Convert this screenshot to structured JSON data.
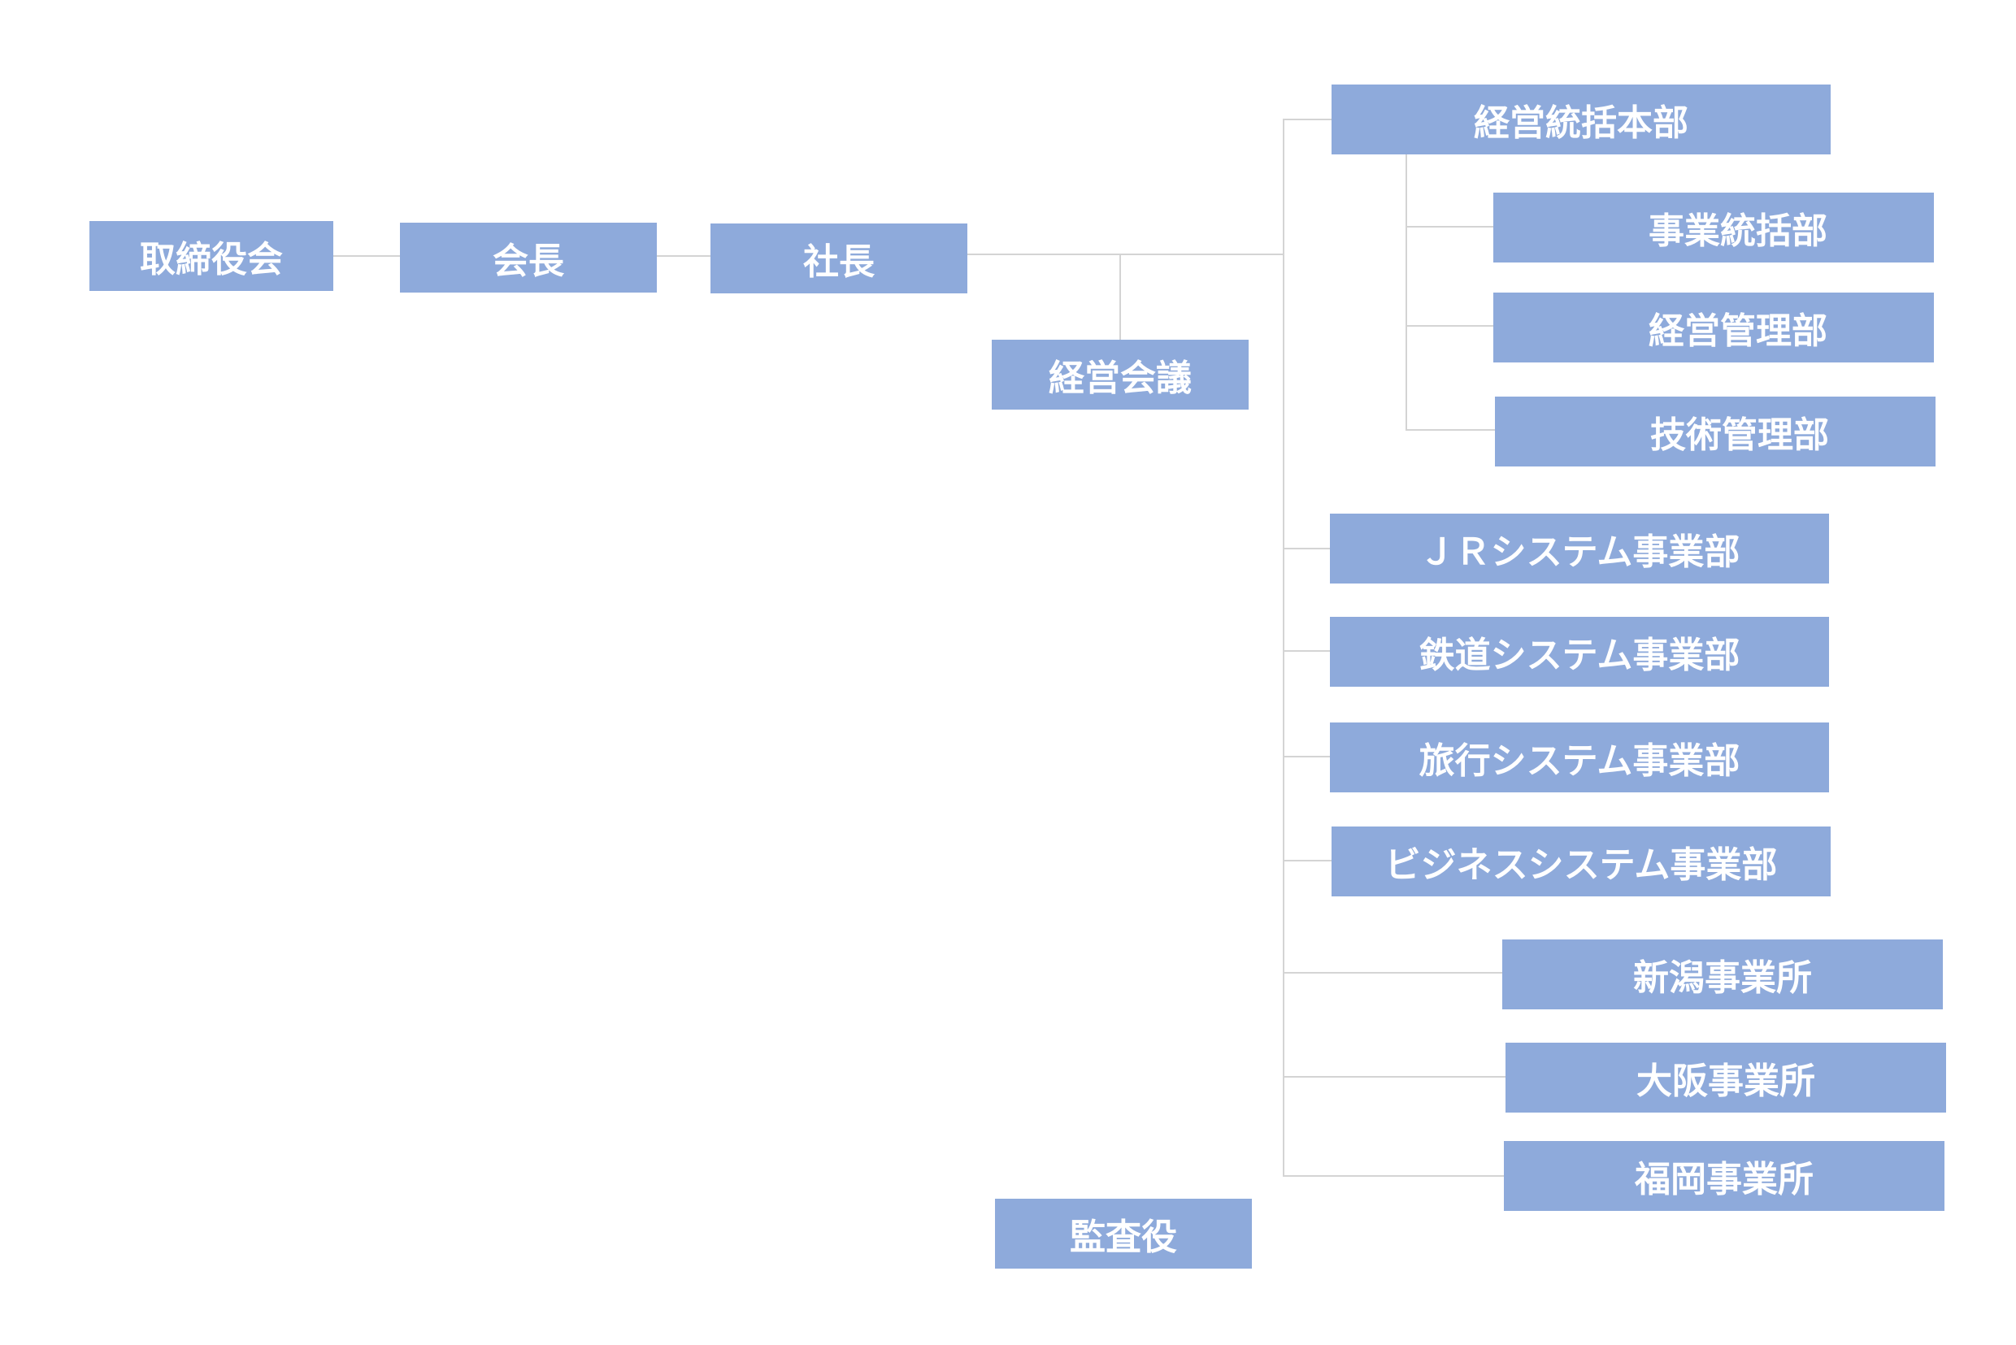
{
  "colors": {
    "box_fill": "#8eaadb",
    "box_text": "#ffffff",
    "connector": "#d4d4d4"
  },
  "nodes": {
    "board": "取締役会",
    "chairman": "会長",
    "president": "社長",
    "management_meeting": "経営会議",
    "management_hq": "経営統括本部",
    "business_control": "事業統括部",
    "management_admin": "経営管理部",
    "tech_admin": "技術管理部",
    "jr_systems": "ＪＲシステム事業部",
    "railway_systems": "鉄道システム事業部",
    "travel_systems": "旅行システム事業部",
    "business_systems": "ビジネスシステム事業部",
    "niigata_office": "新潟事業所",
    "osaka_office": "大阪事業所",
    "fukuoka_office": "福岡事業所",
    "auditor": "監査役"
  }
}
